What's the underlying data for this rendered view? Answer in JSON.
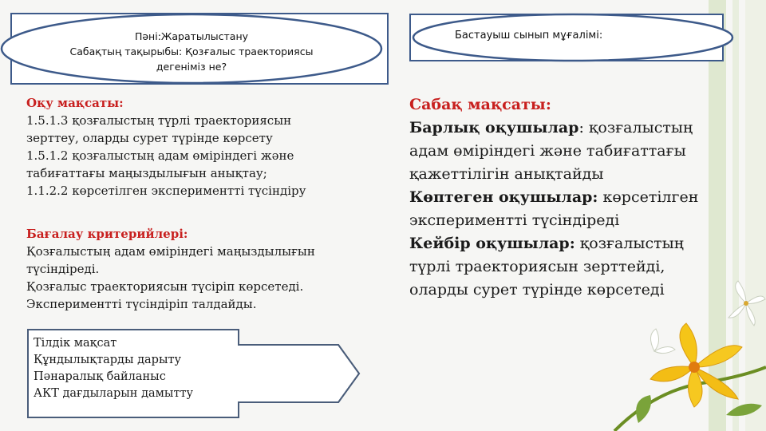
{
  "subject_box": {
    "line1": "Пәні:Жаратылыстану",
    "line2": "Сабақтың тақырыбы: Қозғалыс траекториясы",
    "line3": "дегеніміз не?"
  },
  "teacher_box": {
    "label": "Бастауыш сынып мұғалімі:"
  },
  "learning_goals": {
    "heading": "Оқу мақсаты:",
    "items": [
      "1.5.1.3 қозғалыстың түрлі траекториясын",
      "зерттеу, оларды сурет түрінде көрсету",
      "1.5.1.2 қозғалыстың адам өміріндегі және",
      "табиғаттағы маңыздылығын анықтау;",
      "1.1.2.2 көрсетілген экспериментті түсіндіру"
    ]
  },
  "criteria": {
    "heading": "Бағалау критерийлері:",
    "items": [
      "Қозғалыстың адам  өміріндегі маңыздылығын",
      "түсіндіреді.",
      "Қозғалыс траекториясын түсіріп көрсетеді.",
      "Экспериментті  түсіндіріп талдайды."
    ]
  },
  "lesson_goals": {
    "heading": "Сабақ мақсаты:",
    "all_label": "Барлық оқушылар",
    "all_text": ": қозғалыстың адам өміріндегі және табиғаттағы қажеттілігін  анықтайды",
    "many_label": "Көптеген оқушылар:",
    "many_text": " көрсетілген экспериментті  түсіндіреді",
    "some_label": "Кейбір оқушылар:",
    "some_text": " қозғалыстың түрлі траекториясын зерттейді, оларды сурет түрінде көрсетеді"
  },
  "language_box": {
    "lines": [
      "Тілдік мақсат",
      "Құндылықтарды дарыту",
      "Пәнаралық байланыс",
      "АКТ дағдыларын дамытту"
    ]
  },
  "colors": {
    "accent_red": "#c8201f",
    "outline_blue": "#3d5a8a",
    "stripe_green": "#dfe8d0"
  }
}
